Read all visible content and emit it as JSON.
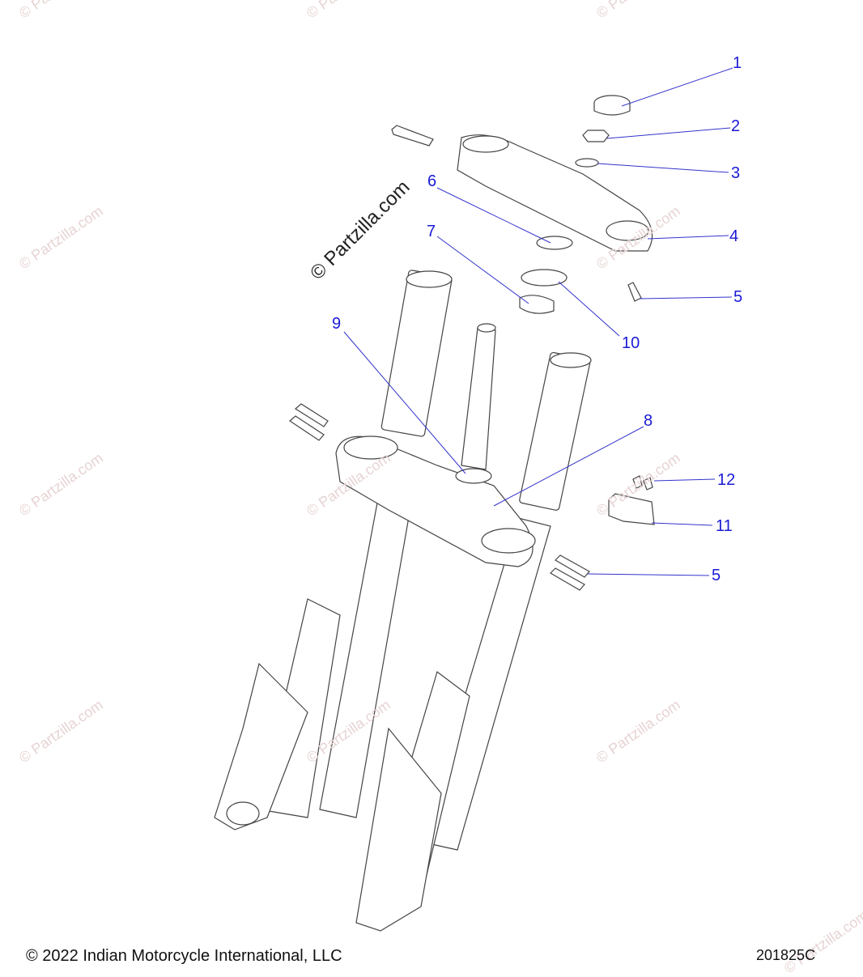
{
  "callouts": [
    "1",
    "2",
    "3",
    "4",
    "5",
    "6",
    "7",
    "8",
    "9",
    "10",
    "11",
    "12",
    "5"
  ],
  "watermark": "© Partzilla.com",
  "brand_watermark": "© Partzilla.com",
  "copyright": "© 2022 Indian Motorcycle International, LLC",
  "diagram_code": "201825C",
  "colors": {
    "callout": "#1a1ad6",
    "line": "#3333cc",
    "part_stroke": "#444444",
    "watermark": "#e7d3d3"
  }
}
